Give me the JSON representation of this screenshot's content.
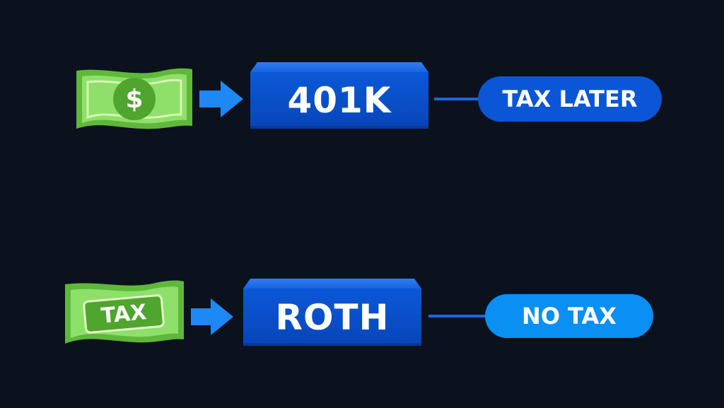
{
  "rows": [
    {
      "account_label": "401K",
      "outcome_label": "TAX LATER",
      "bill_symbol": "$",
      "bill_icon": "dollar-bill-icon",
      "outcome_color": "#0a56d6"
    },
    {
      "account_label": "ROTH",
      "outcome_label": "NO TAX",
      "bill_symbol": "TAX",
      "bill_icon": "tax-bill-icon",
      "outcome_color": "#0a8ff2"
    }
  ],
  "colors": {
    "background": "#0b111d",
    "bill_green": "#7ed957",
    "box_blue": "#0a50cf",
    "arrow_blue": "#1e88f5"
  }
}
